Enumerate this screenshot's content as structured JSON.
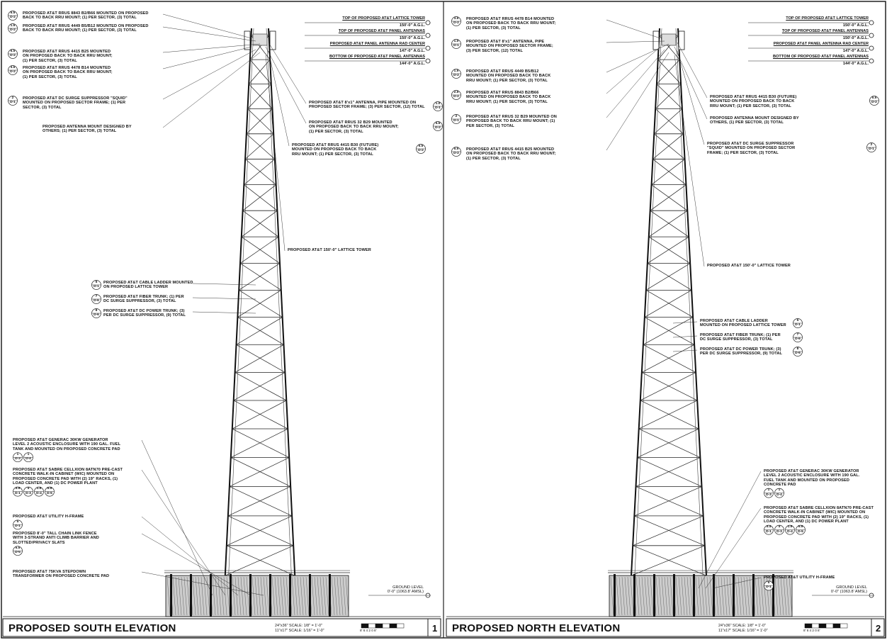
{
  "panels": [
    {
      "title": "PROPOSED SOUTH ELEVATION",
      "number": "1",
      "scale_text": "24\"x36\"  SCALE: 1/8\" = 1'-0\"\n11\"x17\"  SCALE: 1/16\" = 1'-0\"",
      "scale_ticks": "8'  6  4  2  0          8'",
      "ground_level": "GROUND LEVEL\n0'-0\" (1063.8' AMSL)",
      "elevations": [
        {
          "label": "TOP OF PROPOSED AT&T LATTICE TOWER",
          "value": "150'-0\" A.G.L."
        },
        {
          "label": "TOP OF PROPOSED AT&T PANEL ANTENNAS",
          "value": "150'-0\" A.G.L."
        },
        {
          "label": "PROPOSED AT&T PANEL ANTENNA RAD CENTER",
          "value": "147'-0\" A.G.L."
        },
        {
          "label": "BOTTOM OF PROPOSED AT&T PANEL ANTENNAS",
          "value": "144'-0\" A.G.L."
        }
      ],
      "notes_left": [
        {
          "tag": "5.5\nD-2",
          "text": "PROPOSED AT&T RRUS 8843 B2/B66 MOUNTED ON PROPOSED\nBACK TO BACK RRU MOUNT; (1) PER SECTOR, (3) TOTAL"
        },
        {
          "tag": "1.5\nD-2",
          "text": "PROPOSED AT&T RRUS 4449 B5/B12 MOUNTED ON PROPOSED\nBACK TO BACK RRU MOUNT; (1) PER SECTOR, (3) TOTAL"
        },
        {
          "tag": "5.5\nD-2",
          "text": "PROPOSED AT&T RRUS 4415 B25 MOUNTED\nON PROPOSED BACK TO BACK RRU MOUNT;\n(1) PER SECTOR, (3) TOTAL"
        },
        {
          "tag": "3.5\nD-2",
          "text": "PROPOSED AT&T RRUS 4478 B14 MOUNTED\nON PROPOSED BACK TO BACK RRU MOUNT;\n(1) PER SECTOR, (3) TOTAL"
        },
        {
          "tag": "2\nD-1",
          "text": "PROPOSED AT&T DC SURGE SUPPRESSOR \"SQUID\"\nMOUNTED ON PROPOSED SECTOR FRAME; (1) PER\nSECTOR, (3) TOTAL"
        },
        {
          "tag": "",
          "text": "PROPOSED ANTENNA MOUNT DESIGNED BY\nOTHERS; (1) PER SECTOR, (3) TOTAL"
        }
      ],
      "notes_right": [
        {
          "tag": "1.0\nD-1",
          "text": "PROPOSED AT&T 8'x1\" ANTENNA, PIPE MOUNTED ON\nPROPOSED SECTOR FRAME; (3) PER SECTOR, (12) TOTAL"
        },
        {
          "tag": "4.5\nD-2",
          "text": "PROPOSED AT&T RRUS 32 B29 MOUNTED\nON PROPOSED BACK TO BACK RRU MOUNT;\n(1) PER SECTOR, (3) TOTAL"
        },
        {
          "tag": "5.5\nD-2",
          "text": "PROPOSED AT&T RRUS 4415 B30 (FUTURE)\nMOUNTED ON PROPOSED BACK TO BACK\nRRU MOUNT; (1) PER SECTOR, (3) TOTAL"
        },
        {
          "tag": "",
          "text": "PROPOSED AT&T 150'-0\" LATTICE TOWER"
        }
      ],
      "notes_mid": [
        {
          "tag": "5\nD-1",
          "text": "PROPOSED AT&T CABLE LADDER MOUNTED\nON PROPOSED LATTICE TOWER"
        },
        {
          "tag": "7\nD-6",
          "text": "PROPOSED AT&T FIBER TRUNK; (1) PER\nDC SURGE SUPPRESSOR, (3) TOTAL"
        },
        {
          "tag": "8\nD-6",
          "text": "PROPOSED AT&T DC POWER TRUNK; (3)\nPER DC SURGE SUPPRESSOR, (9) TOTAL"
        }
      ],
      "notes_bottom": [
        {
          "tags": [
            "1\nD-3",
            "1\nD-4"
          ],
          "text": "PROPOSED AT&T GENERAC 30KW GENERATOR\nLEVEL 2 ACOUSTIC ENCLOSURE WITH 190 GAL. FUEL\nTANK AND MOUNTED ON PROPOSED CONCRETE PAD"
        },
        {
          "tags": [
            "3.5\nD-1",
            "4\nD-3",
            "1.5\nD-4",
            "5.5\nD-5"
          ],
          "text": "PROPOSED AT&T SABRE CELLXION 8ATN70 PRE-CAST\nCONCRETE WALK-IN CABINET (WIC) MOUNTED ON\nPROPOSED CONCRETE PAD WITH (2) 19\" RACKS, (1)\nLOAD CENTER, AND (1) DC POWER PLANT"
        },
        {
          "tags": [
            "5\nD-1"
          ],
          "text": "PROPOSED AT&T UTILITY H-FRAME"
        },
        {
          "tags": [
            "5.5\nD-5"
          ],
          "text": "PROPOSED 8'-0\" TALL CHAIN LINK FENCE\nWITH 3-STRAND ANTI CLIMB BARRIER AND\nSLOTTED/PRIVACY SLATS"
        },
        {
          "tags": [],
          "text": "PROPOSED AT&T 75KVA STEPDOWN\nTRANSFORMER ON PROPOSED CONCRETE PAD"
        }
      ]
    },
    {
      "title": "PROPOSED NORTH ELEVATION",
      "number": "2",
      "scale_text": "24\"x36\"  SCALE: 1/8\" = 1'-0\"\n11\"x17\"  SCALE: 1/16\" = 1'-0\"",
      "scale_ticks": "8'  6  4  2  0          8'",
      "ground_level": "GROUND LEVEL\n0'-0\" (1063.8' AMSL)",
      "elevations": [
        {
          "label": "TOP OF PROPOSED AT&T LATTICE TOWER",
          "value": "150'-0\" A.G.L."
        },
        {
          "label": "TOP OF PROPOSED AT&T PANEL ANTENNAS",
          "value": "150'-0\" A.G.L."
        },
        {
          "label": "PROPOSED AT&T PANEL ANTENNA RAD CENTER",
          "value": "147'-0\" A.G.L."
        },
        {
          "label": "BOTTOM OF PROPOSED AT&T PANEL ANTENNAS",
          "value": "144'-0\" A.G.L."
        }
      ],
      "notes_left": [
        {
          "tag": "3.5\nD-2",
          "text": "PROPOSED AT&T RRUS 4478 B14 MOUNTED\nON PROPOSED BACK TO BACK RRU MOUNT;\n(1) PER SECTOR, (3) TOTAL"
        },
        {
          "tag": "1.0\nD-1",
          "text": "PROPOSED AT&T 8'x1\" ANTENNA, PIPE\nMOUNTED ON PROPOSED SECTOR FRAME;\n(3) PER SECTOR, (12) TOTAL"
        },
        {
          "tag": "1.5\nD-2",
          "text": "PROPOSED AT&T RRUS 4449 B5/B12\nMOUNTED ON PROPOSED BACK TO BACK\nRRU MOUNT; (1) PER SECTOR, (3) TOTAL"
        },
        {
          "tag": "2.5\nD-2",
          "text": "PROPOSED AT&T RRUS 8843 B2/B66\nMOUNTED ON PROPOSED BACK TO BACK\nRRU MOUNT; (1) PER SECTOR, (3) TOTAL"
        },
        {
          "tag": "2\nD-1",
          "text": "PROPOSED AT&T RRUS 32 B29 MOUNTED ON\nPROPOSED BACK TO BACK RRU MOUNT; (1)\nPER SECTOR, (3) TOTAL"
        },
        {
          "tag": "5.5\nD-2",
          "text": "PROPOSED AT&T RRUS 4415 B25 MOUNTED\nON PROPOSED BACK TO BACK RRU MOUNT;\n(1) PER SECTOR, (3) TOTAL"
        }
      ],
      "notes_right": [
        {
          "tag": "5.5\nD-2",
          "text": "PROPOSED AT&T RRUS 4415 B30 (FUTURE)\nMOUNTED ON PROPOSED BACK TO BACK\nRRU MOUNT; (1) PER SECTOR, (3) TOTAL"
        },
        {
          "tag": "",
          "text": "PROPOSED ANTENNA MOUNT DESIGNED BY\nOTHERS, (1) PER SECTOR, (3) TOTAL"
        },
        {
          "tag": "2\nD-1",
          "text": "PROPOSED AT&T DC SURGE SUPPRESSOR\n\"SQUID\" MOUNTED ON PROPOSED SECTOR\nFRAME; (1) PER SECTOR, (3) TOTAL"
        },
        {
          "tag": "",
          "text": "PROPOSED AT&T 150'-0\" LATTICE TOWER"
        }
      ],
      "notes_mid": [
        {
          "tag": "5\nD-1",
          "text": "PROPOSED AT&T CABLE LADDER\nMOUNTED ON PROPOSED LATTICE TOWER"
        },
        {
          "tag": "7\nD-6",
          "text": "PROPOSED AT&T FIBER TRUNK; (1) PER\nDC SURGE SUPPRESSOR, (3) TOTAL"
        },
        {
          "tag": "8\nD-6",
          "text": "PROPOSED AT&T DC POWER TRUNK; (3)\nPER DC SURGE SUPPRESSOR, (9) TOTAL"
        }
      ],
      "notes_bottom": [
        {
          "tags": [
            "1\nD-3",
            "1\nD-4"
          ],
          "text": "PROPOSED AT&T GENERAC 30KW GENERATOR\nLEVEL 2 ACOUSTIC ENCLOSURE WITH 190 GAL.\nFUEL TANK AND MOUNTED ON PROPOSED\nCONCRETE PAD"
        },
        {
          "tags": [
            "3.4\nD-1",
            "4\nD-3",
            "1.5\nD-4",
            "5.5\nD-5"
          ],
          "text": "PROPOSED AT&T SABRE CELLXION 8ATN70 PRE-CAST\nCONCRETE WALK-IN CABINET (WIC) MOUNTED ON\nPROPOSED CONCRETE PAD WITH (2) 19\" RACKS, (1)\nLOAD CENTER, AND (1) DC POWER PLANT"
        },
        {
          "tags": [
            "5\nD-1"
          ],
          "text": "PROPOSED AT&T UTILITY H-FRAME"
        }
      ]
    }
  ]
}
